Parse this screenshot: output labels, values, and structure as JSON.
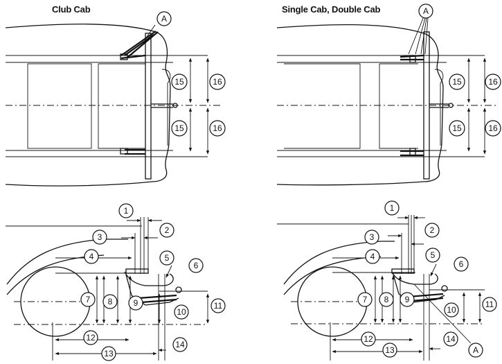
{
  "titles": {
    "left": "Club Cab",
    "right": "Single Cab, Double Cab"
  },
  "callouts": {
    "A": "A",
    "n1": "1",
    "n2": "2",
    "n3": "3",
    "n4": "4",
    "n5": "5",
    "n6": "6",
    "n7": "7",
    "n8": "8",
    "n9": "9",
    "n10": "10",
    "n11": "11",
    "n12": "12",
    "n13": "13",
    "n14": "14",
    "n15": "15",
    "n16": "16"
  }
}
